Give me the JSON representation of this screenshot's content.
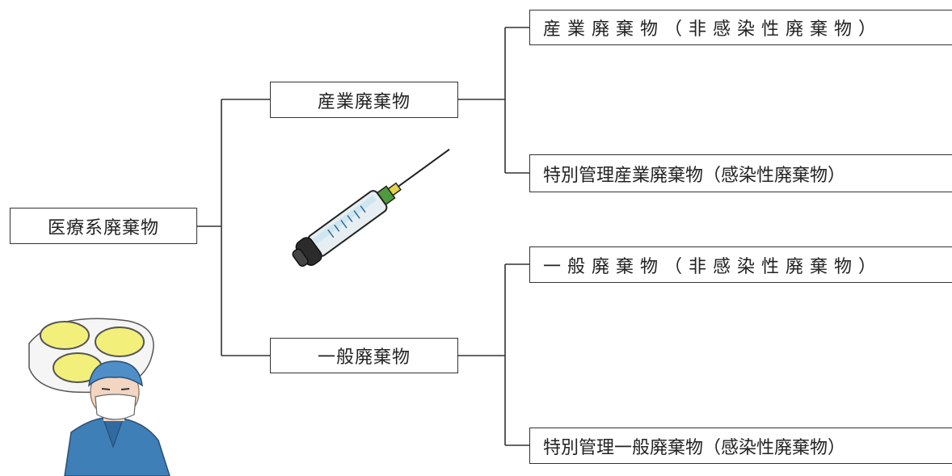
{
  "diagram": {
    "root": {
      "label": "医療系廃棄物"
    },
    "branches": [
      {
        "label": "産業廃棄物",
        "leaves": [
          {
            "label": "産業廃棄物（非感染性廃棄物）"
          },
          {
            "label": "特別管理産業廃棄物（感染性廃棄物）"
          }
        ]
      },
      {
        "label": "一般廃棄物",
        "leaves": [
          {
            "label": "一般廃棄物（非感染性廃棄物）"
          },
          {
            "label": "特別管理一般廃棄物（感染性廃棄物）"
          }
        ]
      }
    ]
  },
  "illustrations": {
    "syringe": "syringe-icon",
    "surgeon": "surgeon-illustration"
  },
  "colors": {
    "line": "#333333",
    "scrub_blue": "#3f7fb8",
    "lamp_yellow": "#f2f07a"
  }
}
